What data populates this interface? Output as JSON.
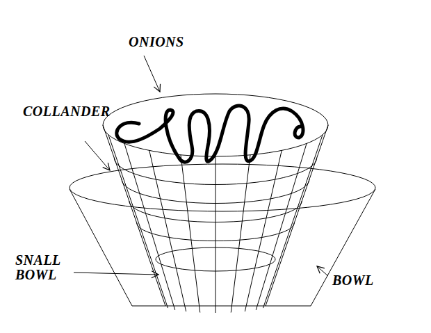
{
  "diagram": {
    "labels": [
      "ONIONS",
      "COLLANDER",
      "SNALL BOWL",
      "BOWL"
    ]
  }
}
